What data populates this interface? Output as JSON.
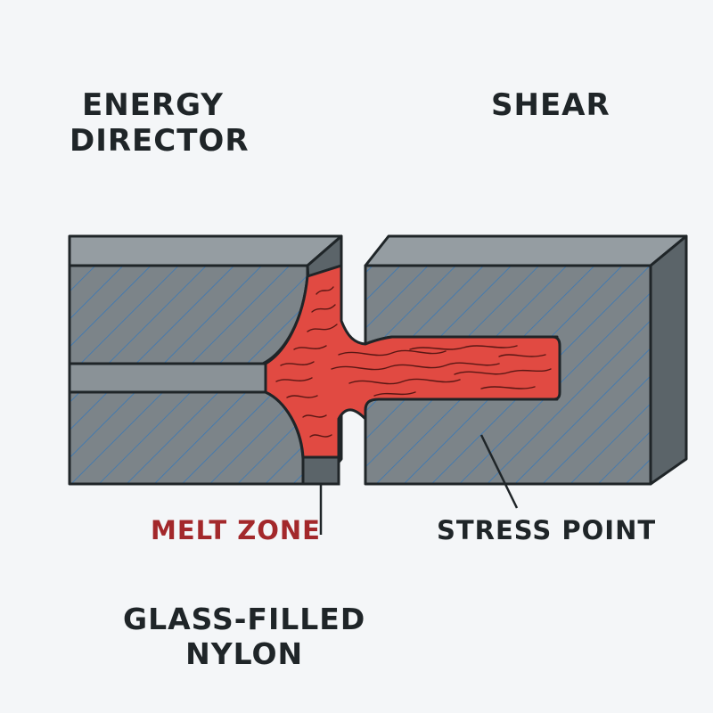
{
  "labels": {
    "energy_director": [
      "ENERGY",
      "DIRECTOR"
    ],
    "shear": "SHEAR",
    "melt_zone": "MELT ZONE",
    "stress_point": "STRESS POINT",
    "glass_filled_nylon": [
      "GLASS-FILLED",
      "NYLON"
    ]
  },
  "colors": {
    "background": "#f4f6f8",
    "part_face": "#7c8489",
    "part_top": "#959da2",
    "part_side": "#5b6469",
    "hatch": "#3a78b5",
    "melt": "#e14a42",
    "melt_highlight": "#ef6a60",
    "melt_label": "#a3282b",
    "outline": "#1f2528"
  }
}
